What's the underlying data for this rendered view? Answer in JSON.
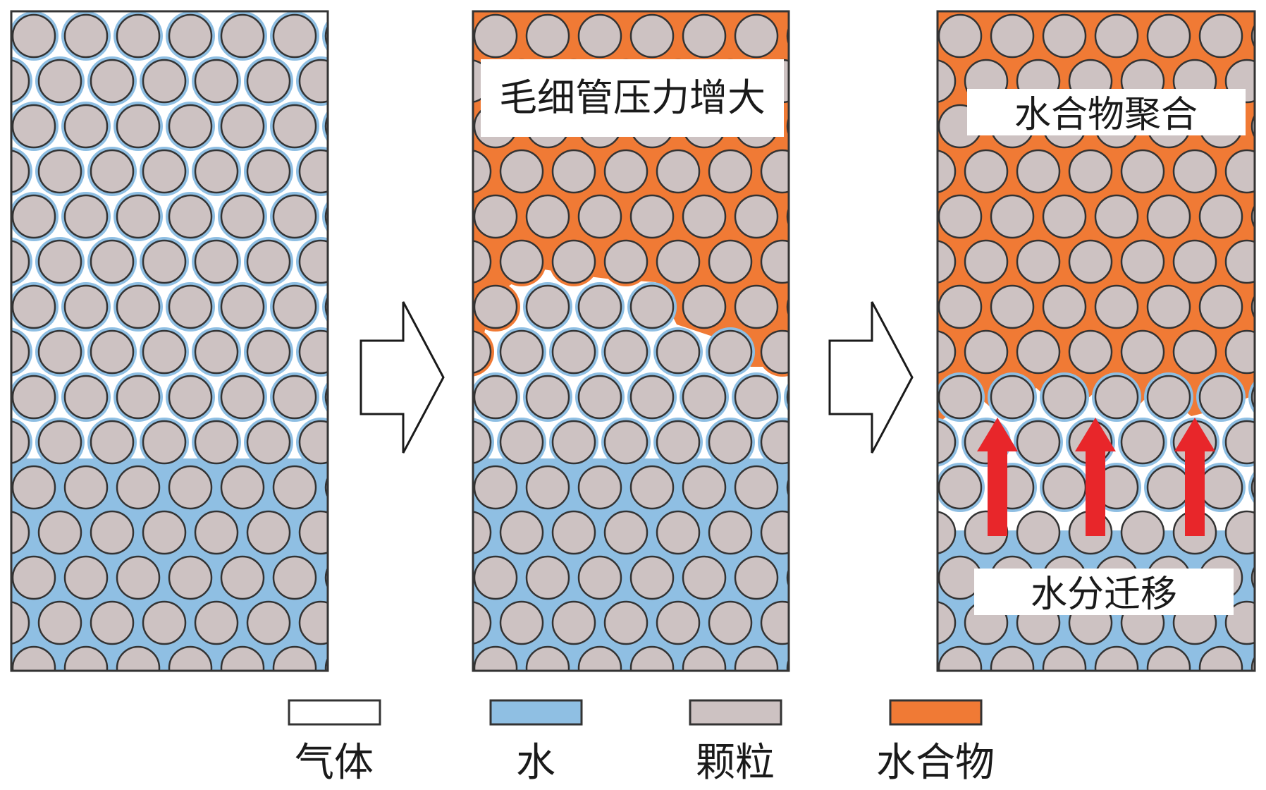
{
  "panels": [
    {
      "id": "panel-initial",
      "label": ""
    },
    {
      "id": "panel-capillary",
      "label": "毛细管压力增大"
    },
    {
      "id": "panel-aggregation",
      "labels": {
        "top": "水合物聚合",
        "bottom": "水分迁移"
      }
    }
  ],
  "legend": {
    "items": [
      {
        "key": "gas",
        "label": "气体",
        "color": "#ffffff"
      },
      {
        "key": "water",
        "label": "水",
        "color": "#8fbfe3"
      },
      {
        "key": "particle",
        "label": "颗粒",
        "color": "#cdc2c2"
      },
      {
        "key": "hydrate",
        "label": "水合物",
        "color": "#f07a35"
      }
    ]
  },
  "colors": {
    "gas": "#ffffff",
    "water": "#8fbfe3",
    "particle": "#cdc2c2",
    "hydrate": "#f07a35",
    "arrow_migration": "#e8262a",
    "outline": "#333333"
  },
  "icons": {
    "process_arrow": "hollow-right-arrow-icon",
    "migration_arrow": "red-up-arrow-icon"
  }
}
